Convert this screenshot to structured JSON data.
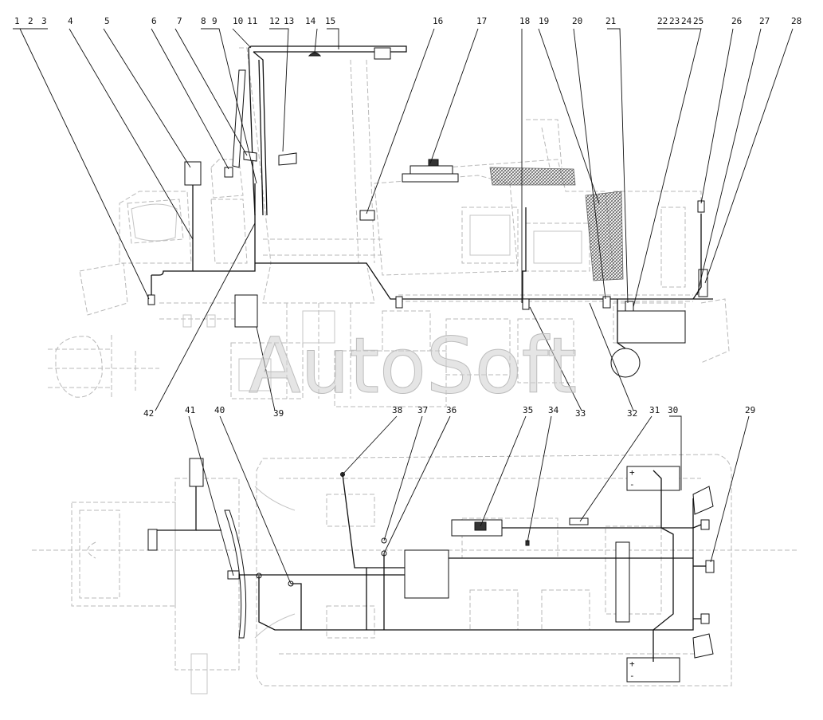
{
  "diagram": {
    "callouts_top": [
      {
        "id": "c1",
        "text": "1"
      },
      {
        "id": "c2",
        "text": "2"
      },
      {
        "id": "c3",
        "text": "3"
      },
      {
        "id": "c4",
        "text": "4"
      },
      {
        "id": "c5",
        "text": "5"
      },
      {
        "id": "c6",
        "text": "6"
      },
      {
        "id": "c7",
        "text": "7"
      },
      {
        "id": "c8",
        "text": "8"
      },
      {
        "id": "c9",
        "text": "9"
      },
      {
        "id": "c10",
        "text": "10"
      },
      {
        "id": "c11",
        "text": "11"
      },
      {
        "id": "c12",
        "text": "12"
      },
      {
        "id": "c13",
        "text": "13"
      },
      {
        "id": "c14",
        "text": "14"
      },
      {
        "id": "c15",
        "text": "15"
      },
      {
        "id": "c16",
        "text": "16"
      },
      {
        "id": "c17",
        "text": "17"
      },
      {
        "id": "c18",
        "text": "18"
      },
      {
        "id": "c19",
        "text": "19"
      },
      {
        "id": "c20",
        "text": "20"
      },
      {
        "id": "c21",
        "text": "21"
      },
      {
        "id": "c22",
        "text": "22"
      },
      {
        "id": "c23",
        "text": "23"
      },
      {
        "id": "c24",
        "text": "24"
      },
      {
        "id": "c25",
        "text": "25"
      },
      {
        "id": "c26",
        "text": "26"
      },
      {
        "id": "c27",
        "text": "27"
      },
      {
        "id": "c28",
        "text": "28"
      }
    ],
    "callouts_middle": [
      {
        "id": "c42",
        "text": "42"
      },
      {
        "id": "c39",
        "text": "39"
      },
      {
        "id": "c33",
        "text": "33"
      },
      {
        "id": "c32",
        "text": "32"
      }
    ],
    "callouts_bottom": [
      {
        "id": "c41",
        "text": "41"
      },
      {
        "id": "c40",
        "text": "40"
      },
      {
        "id": "c38",
        "text": "38"
      },
      {
        "id": "c37",
        "text": "37"
      },
      {
        "id": "c36",
        "text": "36"
      },
      {
        "id": "c35",
        "text": "35"
      },
      {
        "id": "c34",
        "text": "34"
      },
      {
        "id": "c31",
        "text": "31"
      },
      {
        "id": "c30",
        "text": "30"
      },
      {
        "id": "c29",
        "text": "29"
      }
    ],
    "watermark": "AutoSoft",
    "battery_terminals": {
      "plus": "+",
      "minus": "-"
    },
    "colors": {
      "ink": "#111111",
      "ghost": "#b8b8b8",
      "watermark": "#cfcfcf"
    }
  }
}
